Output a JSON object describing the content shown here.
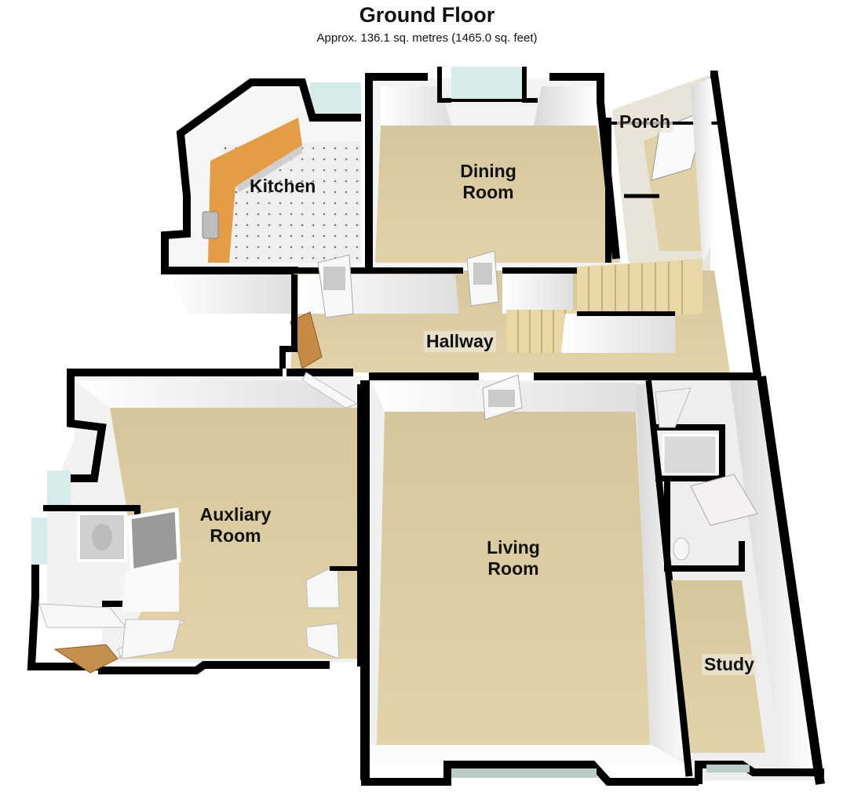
{
  "header": {
    "title": "Ground Floor",
    "subtitle": "Approx. 136.1 sq. metres (1465.0 sq. feet)"
  },
  "rooms": {
    "kitchen": {
      "label": "Kitchen"
    },
    "dining_room": {
      "line1": "Dining",
      "line2": "Room"
    },
    "porch": {
      "label": "Porch"
    },
    "hallway": {
      "label": "Hallway"
    },
    "auxiliary_room": {
      "line1": "Auxliary",
      "line2": "Room"
    },
    "living_room": {
      "line1": "Living",
      "line2": "Room"
    },
    "study": {
      "label": "Study"
    }
  },
  "colors": {
    "wall": "#000000",
    "wall_face": "#f4f4f4",
    "carpet": "#d8c9a0",
    "kitchen_floor": "#eeeeee",
    "worktop": "#e3a04a",
    "window_glass": "#d6ecea",
    "stairs": "#e8d6a8"
  }
}
